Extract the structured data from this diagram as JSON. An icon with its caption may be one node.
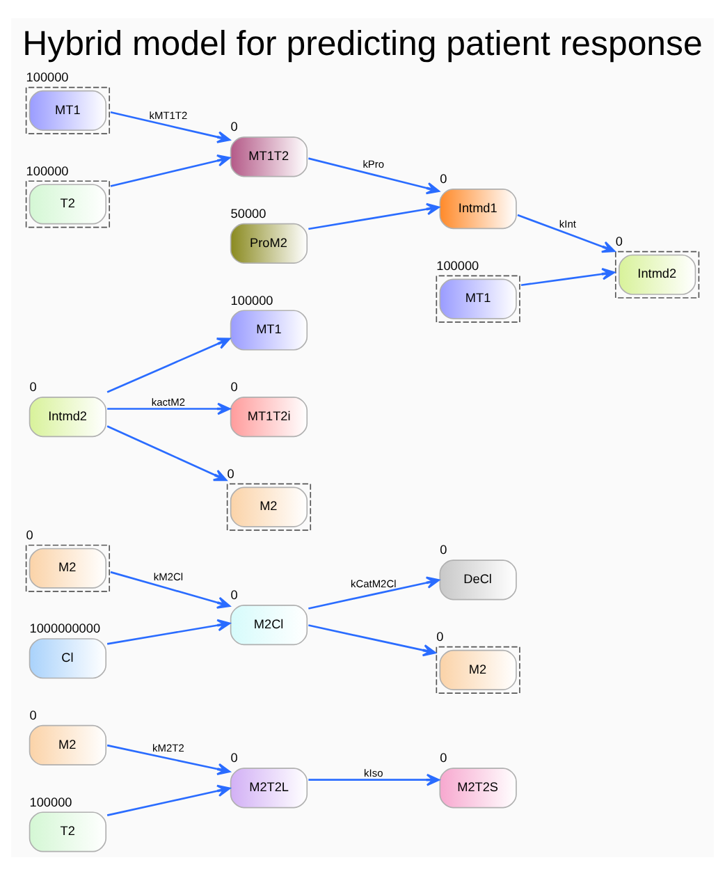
{
  "diagram": {
    "title": "Hybrid model for predicting patient response",
    "nodes": [
      {
        "text": [
          "M2"
        ],
        "beside": [
          "0"
        ]
      },
      {
        "text": [
          "T2"
        ],
        "beside": [
          "100000"
        ]
      },
      {
        "text": [
          "M2T2L"
        ],
        "beside": [
          "0"
        ]
      },
      {
        "text": [
          "M2T2S"
        ],
        "beside": [
          "0"
        ]
      },
      {
        "text": [
          "M2"
        ],
        "beside": [
          "0"
        ]
      },
      {
        "text": [
          "Cl"
        ],
        "beside": [
          "1000000000"
        ]
      },
      {
        "text": [
          "M2Cl"
        ],
        "beside": [
          "0"
        ]
      },
      {
        "text": [
          "DeCl"
        ],
        "beside": [
          "0"
        ]
      },
      {
        "text": [
          "M2"
        ],
        "beside": [
          "0"
        ]
      },
      {
        "text": [
          "Intmd2"
        ],
        "beside": [
          "0"
        ]
      },
      {
        "text": [
          "MT1"
        ],
        "beside": [
          "100000"
        ]
      },
      {
        "text": [
          "MT1T2i"
        ],
        "beside": [
          "0"
        ]
      },
      {
        "text": [
          "M2"
        ],
        "beside": [
          "0"
        ]
      },
      {
        "text": [
          "MT1"
        ],
        "beside": [
          "100000"
        ]
      },
      {
        "text": [
          "T2"
        ],
        "beside": [
          "100000"
        ]
      },
      {
        "text": [
          "MT1T2"
        ],
        "beside": [
          "0"
        ]
      },
      {
        "text": [
          "ProM2"
        ],
        "beside": [
          "50000"
        ]
      },
      {
        "text": [
          "Intmd1"
        ],
        "beside": [
          "0"
        ]
      },
      {
        "text": [
          "MT1"
        ],
        "beside": [
          "100000"
        ]
      },
      {
        "text": [
          "Intmd2"
        ],
        "beside": [
          "0"
        ]
      }
    ],
    "edges": [
      {
        "from": 0,
        "to": 2,
        "arrow": "to",
        "label": "kM2T2"
      },
      {
        "from": 1,
        "to": 2,
        "arrow": "to"
      },
      {
        "from": 2,
        "to": 3,
        "arrow": "to",
        "label": "kIso"
      },
      {
        "from": 4,
        "to": 6,
        "arrow": "to",
        "label": "kM2Cl"
      },
      {
        "from": 5,
        "to": 6,
        "arrow": "to"
      },
      {
        "from": 6,
        "to": 7,
        "arrow": "to",
        "label": "kCatM2Cl"
      },
      {
        "from": 6,
        "to": 8,
        "arrow": "to"
      },
      {
        "from": 9,
        "to": 10,
        "arrow": "to"
      },
      {
        "from": 9,
        "to": 11,
        "arrow": "to",
        "label": "kactM2"
      },
      {
        "from": 9,
        "to": 12,
        "arrow": "to"
      },
      {
        "from": 13,
        "to": 15,
        "arrow": "to",
        "label": "kMT1T2"
      },
      {
        "from": 14,
        "to": 15,
        "arrow": "to"
      },
      {
        "from": 15,
        "to": 17,
        "arrow": "to",
        "label": "kPro"
      },
      {
        "from": 16,
        "to": 17,
        "arrow": "to"
      },
      {
        "from": 17,
        "to": 19,
        "arrow": "to",
        "label": "kInt"
      },
      {
        "from": 18,
        "to": 19,
        "arrow": "to"
      }
    ]
  }
}
